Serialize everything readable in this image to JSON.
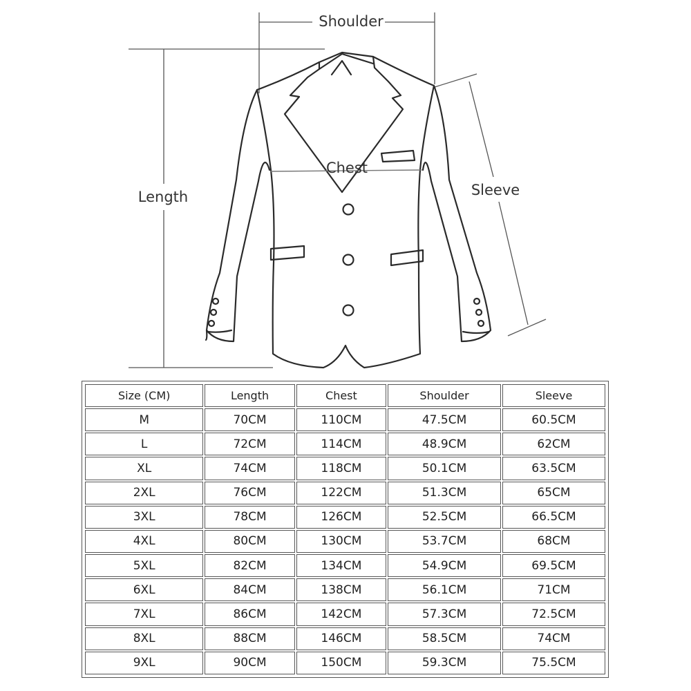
{
  "diagram": {
    "labels": {
      "shoulder": "Shoulder",
      "chest": "Chest",
      "length": "Length",
      "sleeve": "Sleeve"
    }
  },
  "table": {
    "headers": [
      "Size (CM)",
      "Length",
      "Chest",
      "Shoulder",
      "Sleeve"
    ],
    "rows": [
      [
        "M",
        "70CM",
        "110CM",
        "47.5CM",
        "60.5CM"
      ],
      [
        "L",
        "72CM",
        "114CM",
        "48.9CM",
        "62CM"
      ],
      [
        "XL",
        "74CM",
        "118CM",
        "50.1CM",
        "63.5CM"
      ],
      [
        "2XL",
        "76CM",
        "122CM",
        "51.3CM",
        "65CM"
      ],
      [
        "3XL",
        "78CM",
        "126CM",
        "52.5CM",
        "66.5CM"
      ],
      [
        "4XL",
        "80CM",
        "130CM",
        "53.7CM",
        "68CM"
      ],
      [
        "5XL",
        "82CM",
        "134CM",
        "54.9CM",
        "69.5CM"
      ],
      [
        "6XL",
        "84CM",
        "138CM",
        "56.1CM",
        "71CM"
      ],
      [
        "7XL",
        "86CM",
        "142CM",
        "57.3CM",
        "72.5CM"
      ],
      [
        "8XL",
        "88CM",
        "146CM",
        "58.5CM",
        "74CM"
      ],
      [
        "9XL",
        "90CM",
        "150CM",
        "59.3CM",
        "75.5CM"
      ]
    ]
  }
}
